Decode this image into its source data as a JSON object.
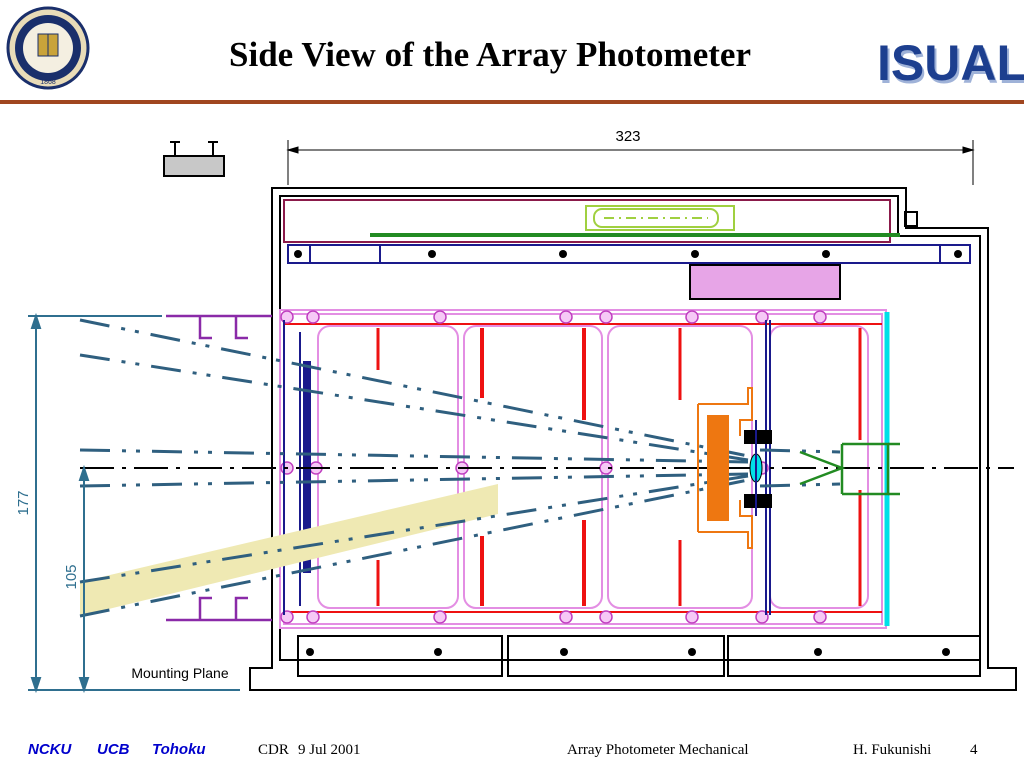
{
  "title": "Side View of the Array Photometer",
  "logo": {
    "text": "ISUAL",
    "color": "#1d3f8f"
  },
  "seal": {
    "name": "university-of-california-seal",
    "text": "THE UNIVERSITY OF CALIFORNIA SEAL 1868",
    "color": "#1a2f6b"
  },
  "dimensions": {
    "width": "323",
    "height_total": "177",
    "height_axis": "105"
  },
  "labels": {
    "mounting_plane": "Mounting Plane"
  },
  "colors": {
    "header_rule": "#a0461f",
    "dimension": "#2f6f8f",
    "housing": "#000000",
    "frame_pink": "#e38ee3",
    "red_frames": "#ee1111",
    "navy": "#1a1a8c",
    "green": "#228b22",
    "yellow_green": "#a0d040",
    "beam": "#efe9b3",
    "beam_dashes": "#2f5f7f",
    "cyan": "#00e0e8",
    "orange": "#ee7711",
    "purple": "#8a2aa8",
    "block": "#e7a5e7"
  },
  "footer": {
    "org1": "NCKU",
    "org2": "UCB",
    "org3": "Tohoku",
    "review": "CDR",
    "date": "9 Jul 2001",
    "topic": "Array Photometer Mechanical",
    "author": "H. Fukunishi",
    "page": "4"
  }
}
